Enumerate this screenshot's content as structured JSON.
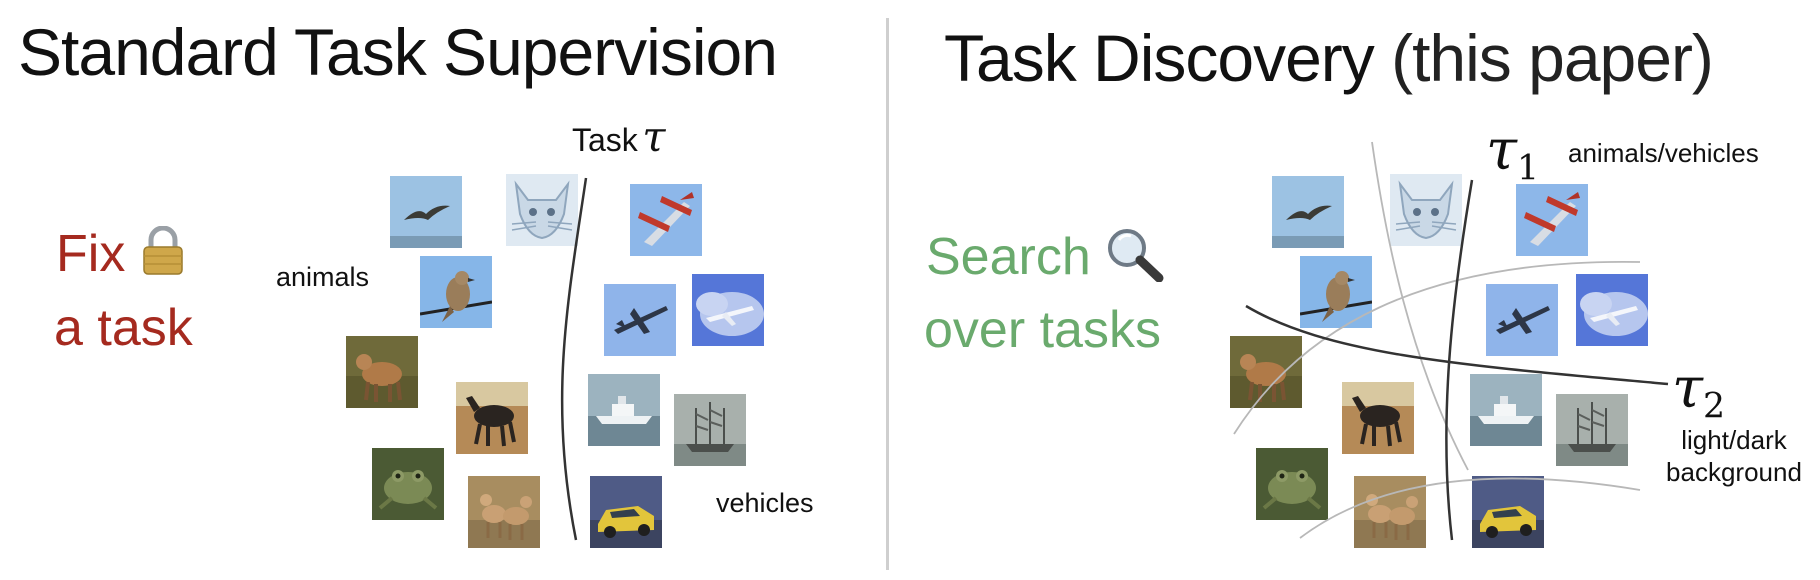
{
  "left": {
    "title": "Standard Task Supervision",
    "action_line1": "Fix",
    "action_line2": "a task",
    "task_label": "Task",
    "task_symbol": "τ",
    "group_a": "animals",
    "group_b": "vehicles",
    "action_icon": "padlock-icon",
    "action_color": "#a52a1f"
  },
  "right": {
    "title_main": "Task Discovery",
    "title_paren": "(this paper)",
    "action_line1": "Search",
    "action_line2": "over tasks",
    "action_icon": "magnifier-icon",
    "action_color": "#6aaa6d",
    "tau1_symbol": "τ",
    "tau1_index": "1",
    "tau1_desc": "animals/vehicles",
    "tau2_symbol": "τ",
    "tau2_index": "2",
    "tau2_desc_line1": "light/dark",
    "tau2_desc_line2": "background"
  },
  "images": [
    {
      "name": "bird-flying",
      "class": "animal"
    },
    {
      "name": "cat",
      "class": "animal"
    },
    {
      "name": "bird-on-wire",
      "class": "animal"
    },
    {
      "name": "deer",
      "class": "animal"
    },
    {
      "name": "horse",
      "class": "animal"
    },
    {
      "name": "frog",
      "class": "animal"
    },
    {
      "name": "deer-pair",
      "class": "animal"
    },
    {
      "name": "biplane",
      "class": "vehicle"
    },
    {
      "name": "airplane-blue",
      "class": "vehicle"
    },
    {
      "name": "airliner-clouds",
      "class": "vehicle"
    },
    {
      "name": "ship-white",
      "class": "vehicle"
    },
    {
      "name": "sailing-ship",
      "class": "vehicle"
    },
    {
      "name": "yellow-car",
      "class": "vehicle"
    }
  ]
}
